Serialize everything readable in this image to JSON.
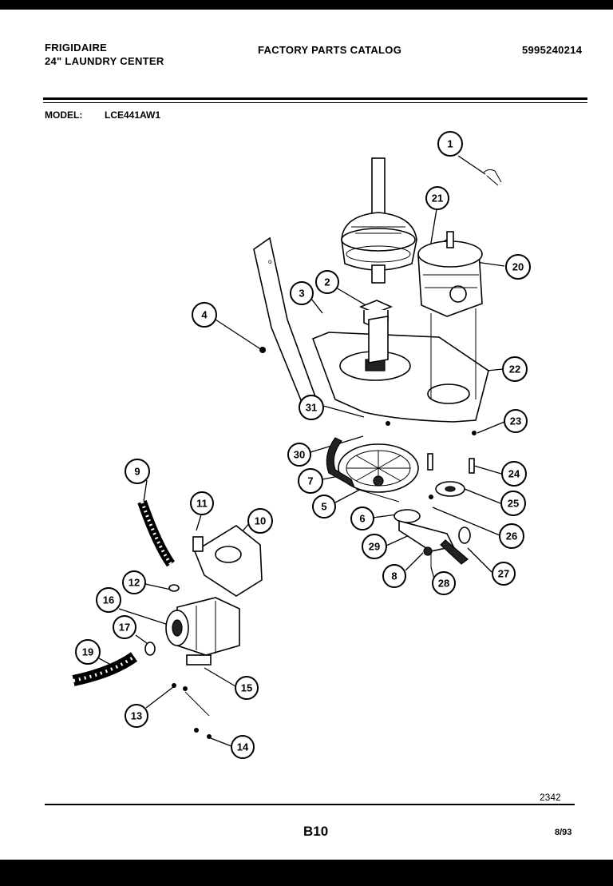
{
  "header": {
    "brand": "FRIGIDAIRE",
    "product": "24\" LAUNDRY CENTER",
    "catalog": "FACTORY PARTS CATALOG",
    "catalog_number": "5995240214",
    "model_label": "MODEL:",
    "model_number": "LCE441AW1"
  },
  "callouts": [
    "1",
    "2",
    "3",
    "4",
    "5",
    "6",
    "7",
    "8",
    "9",
    "10",
    "11",
    "12",
    "13",
    "14",
    "15",
    "16",
    "17",
    "19",
    "20",
    "21",
    "22",
    "23",
    "24",
    "25",
    "26",
    "27",
    "28",
    "29",
    "30",
    "31"
  ],
  "footer": {
    "drawing_number": "2342",
    "page": "B10",
    "date": "8/93"
  }
}
